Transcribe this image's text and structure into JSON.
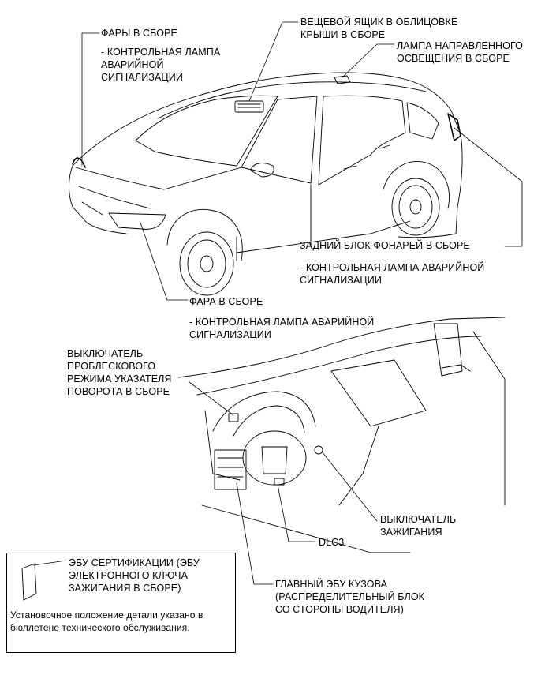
{
  "labels": {
    "headlights_assy": "ФАРЫ В СБОРЕ",
    "headlights_hazard": "- КОНТРОЛЬНАЯ ЛАМПА\nАВАРИЙНОЙ\nСИГНАЛИЗАЦИИ",
    "roof_console_box": "ВЕЩЕВОЙ ЯЩИК В ОБЛИЦОВКЕ\nКРЫШИ В СБОРЕ",
    "spot_lamp": "ЛАМПА НАПРАВЛЕННОГО\nОСВЕЩЕНИЯ В СБОРЕ",
    "rear_combination_lamp": "ЗАДНИЙ БЛОК ФОНАРЕЙ В СБОРЕ",
    "rear_lamp_hazard": "- КОНТРОЛЬНАЯ ЛАМПА АВАРИЙНОЙ\nСИГНАЛИЗАЦИИ",
    "headlight_assy": "ФАРА В СБОРЕ",
    "headlight_hazard": "- КОНТРОЛЬНАЯ ЛАМПА АВАРИЙНОЙ\nСИГНАЛИЗАЦИИ",
    "hazard_switch": "ВЫКЛЮЧАТЕЛЬ\nПРОБЛЕСКОВОГО\nРЕЖИМА УКАЗАТЕЛЯ\nПОВОРОТА В СБОРЕ",
    "ignition_switch": "ВЫКЛЮЧАТЕЛЬ\nЗАЖИГАНИЯ",
    "dlc3": "DLC3",
    "main_body_ecu": "ГЛАВНЫЙ ЭБУ КУЗОВА\n(РАСПРЕДЕЛИТЕЛЬНЫЙ БЛОК\nСО СТОРОНЫ ВОДИТЕЛЯ)",
    "certification_ecu": "ЭБУ СЕРТИФИКАЦИИ (ЭБУ\nЭЛЕКТРОННОГО КЛЮЧА\nЗАЖИГАНИЯ В СБОРЕ)",
    "note": "Установочное положение детали указано в\nбюллетене технического обслуживания."
  },
  "colors": {
    "line": "#000000",
    "background": "#ffffff"
  }
}
